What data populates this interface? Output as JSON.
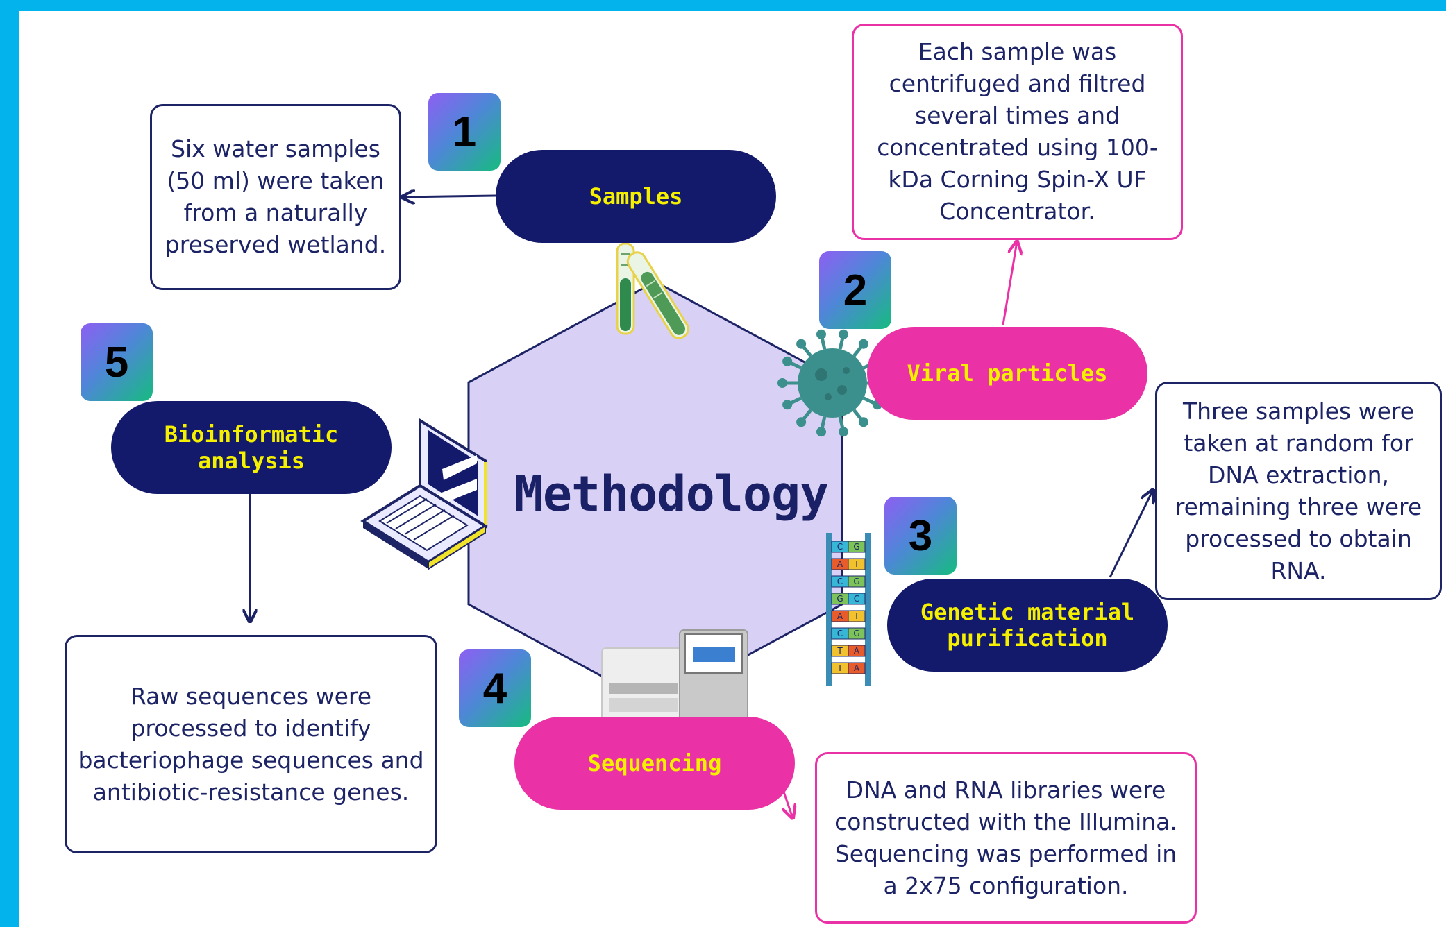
{
  "title": "Methodology",
  "steps": [
    {
      "number": "1",
      "label": "Samples",
      "description": "Six water samples (50 ml) were taken from a naturally preserved wetland."
    },
    {
      "number": "2",
      "label": "Viral particles",
      "description": "Each sample was centrifuged and filtred several times and concentrated using 100-kDa Corning Spin-X UF Concentrator."
    },
    {
      "number": "3",
      "label": "Genetic material purification",
      "description": "Three samples were taken at random for DNA extraction, remaining three were processed to obtain RNA."
    },
    {
      "number": "4",
      "label": "Sequencing",
      "description": "DNA and RNA libraries were constructed with the Illumina. Sequencing was performed in a 2x75 configuration."
    },
    {
      "number": "5",
      "label": "Bioinformatic analysis",
      "description": "Raw sequences were processed to identify bacteriophage sequences and antibiotic-resistance genes."
    }
  ],
  "dna_bases": [
    [
      "C",
      "G"
    ],
    [
      "A",
      "T"
    ],
    [
      "C",
      "G"
    ],
    [
      "G",
      "C"
    ],
    [
      "A",
      "T"
    ],
    [
      "C",
      "G"
    ],
    [
      "T",
      "A"
    ],
    [
      "T",
      "A"
    ]
  ],
  "colors": {
    "frame": "#03b3ec",
    "navy": "#13196b",
    "pink": "#ea31a5",
    "label_yellow": "#f5f000",
    "hexagon_fill": "#d9d1f5",
    "virus": "#3b8f8c"
  },
  "icons": [
    "test-tubes-icon",
    "virus-icon",
    "dna-icon",
    "sequencer-icon",
    "laptop-icon"
  ]
}
